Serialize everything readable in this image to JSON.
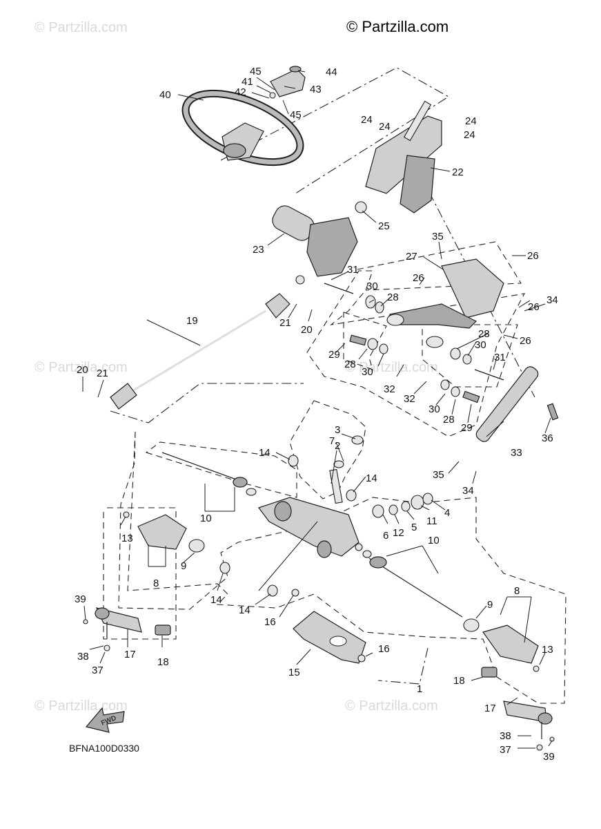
{
  "copyright": "© Partzilla.com",
  "watermarks": [
    "© Partzilla.com",
    "© Partzilla.com",
    "© Partzilla.com",
    "© Partzilla.com",
    "© Partzilla.com"
  ],
  "diagram_code": "BFNA100D0330",
  "fwd_label": "FWD",
  "callouts": [
    "1",
    "2",
    "3",
    "4",
    "5",
    "6",
    "7",
    "8",
    "8",
    "9",
    "9",
    "10",
    "10",
    "11",
    "12",
    "13",
    "13",
    "14",
    "14",
    "14",
    "14",
    "15",
    "16",
    "16",
    "17",
    "17",
    "18",
    "18",
    "19",
    "20",
    "20",
    "21",
    "21",
    "22",
    "23",
    "24",
    "24",
    "24",
    "24",
    "25",
    "26",
    "26",
    "26",
    "26",
    "27",
    "28",
    "28",
    "28",
    "28",
    "29",
    "29",
    "30",
    "30",
    "30",
    "30",
    "31",
    "31",
    "32",
    "32",
    "33",
    "34",
    "34",
    "35",
    "35",
    "36",
    "37",
    "37",
    "38",
    "38",
    "39",
    "39",
    "40",
    "41",
    "42",
    "43",
    "44",
    "45",
    "45"
  ]
}
